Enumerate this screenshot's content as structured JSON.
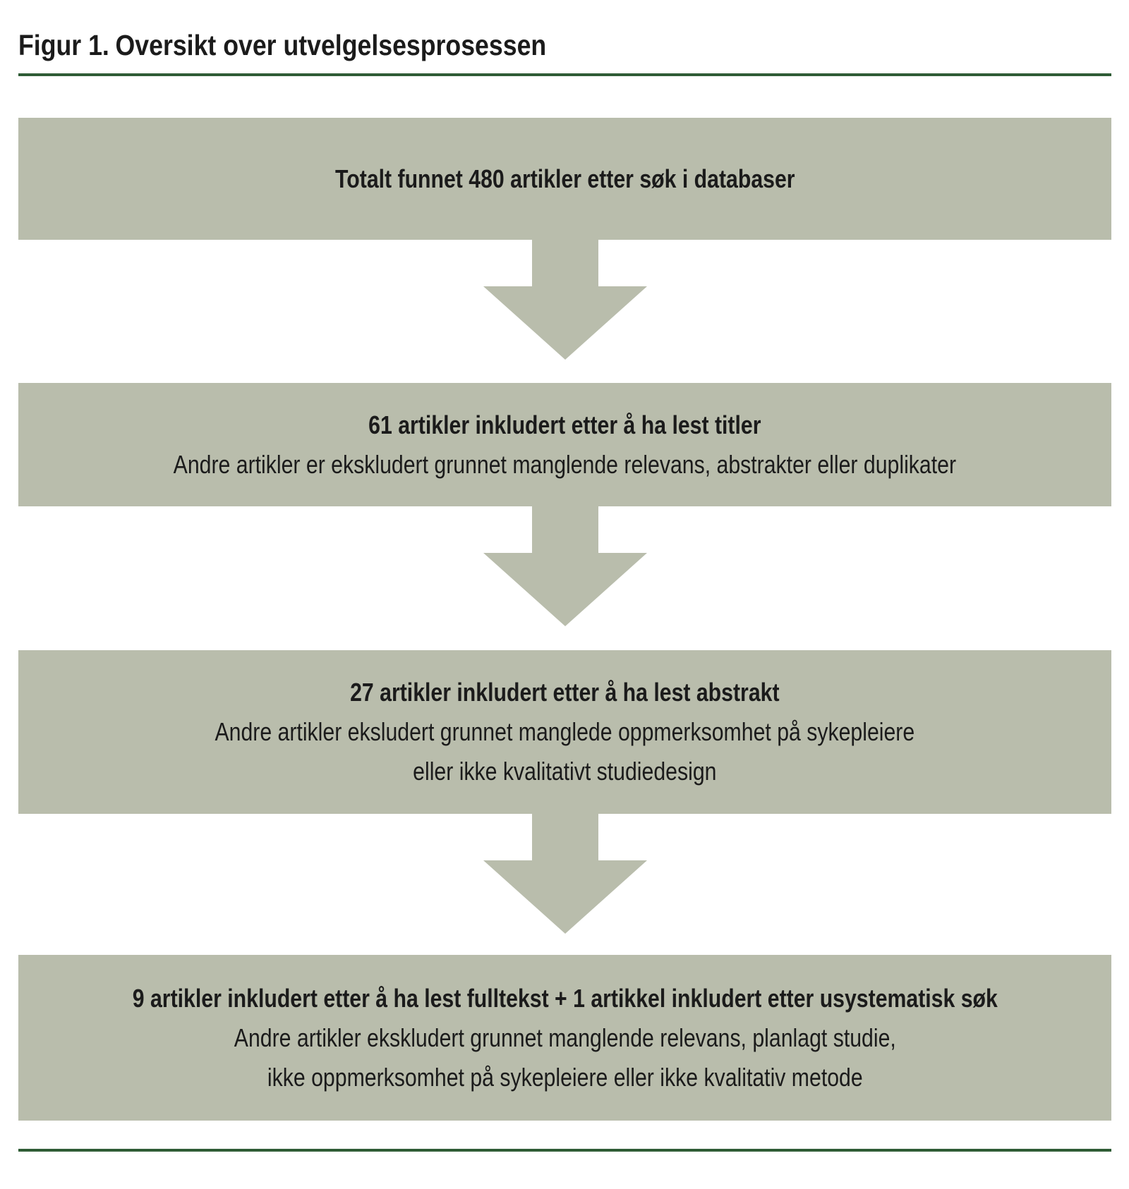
{
  "figure": {
    "title_prefix": "Figur 1.",
    "title_text": "Oversikt over utvelgelsesprosessen"
  },
  "colors": {
    "box_fill": "#b9bdac",
    "arrow_fill": "#b9bdac",
    "rule_green": "#2f5c35",
    "text": "#1b1b1b",
    "bg": "#ffffff"
  },
  "flow": {
    "boxes": [
      {
        "lines": [
          "Totalt funnet 480 artikler etter søk i databaser"
        ]
      },
      {
        "lines": [
          "61 artikler inkludert etter å ha lest titler",
          "Andre artikler er ekskludert grunnet manglende relevans, abstrakter eller duplikater"
        ]
      },
      {
        "lines": [
          "27 artikler inkludert etter å ha lest abstrakt",
          "Andre artikler eksludert grunnet manglede oppmerksomhet på sykepleiere",
          "eller ikke kvalitativt studiedesign"
        ]
      },
      {
        "lines": [
          "9 artikler inkludert etter å ha lest fulltekst + 1 artikkel inkludert etter usystematisk søk",
          "Andre artikler ekskludert grunnet manglende relevans, planlagt studie,",
          "ikke oppmerksomhet på sykepleiere eller ikke kvalitativ metode"
        ]
      }
    ]
  }
}
